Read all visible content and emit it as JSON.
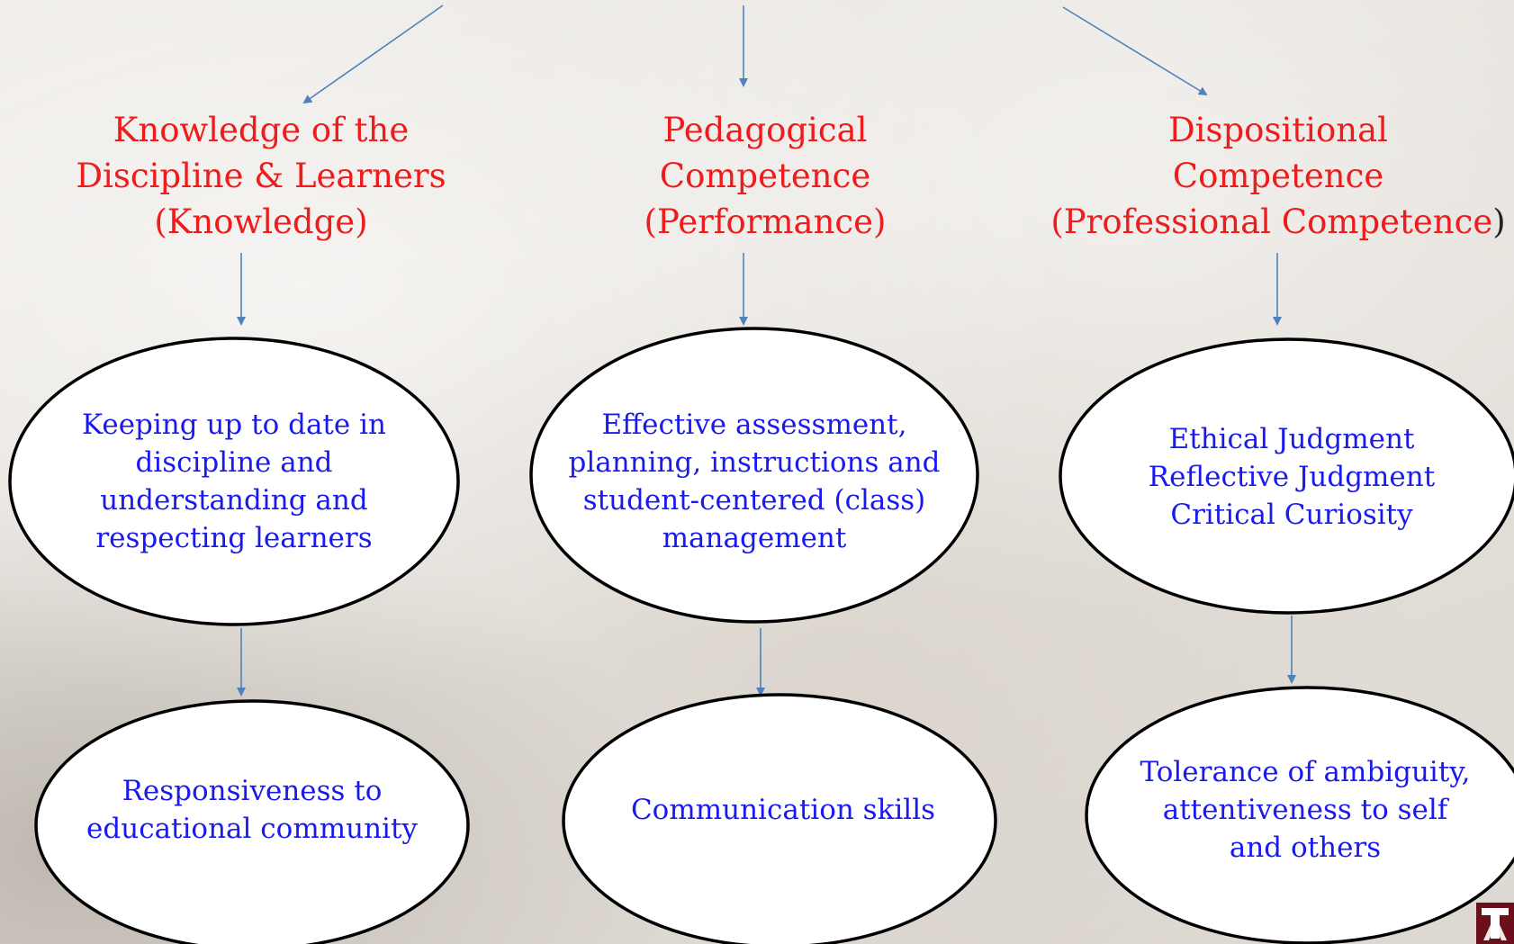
{
  "columns": [
    {
      "title": "Knowledge of the\nDiscipline & Learners\n(Knowledge)",
      "oval1": "Keeping up to date in\ndiscipline and\nunderstanding and\nrespecting learners",
      "oval2": "Responsiveness to\neducational community"
    },
    {
      "title": "Pedagogical\nCompetence\n(Performance)",
      "oval1": "Effective assessment,\nplanning, instructions and\nstudent-centered (class)\nmanagement",
      "oval2": "Communication  skills"
    },
    {
      "title_main": "Dispositional\nCompetence\n(Professional Competence",
      "title_paren": ")",
      "oval1": "Ethical Judgment\nReflective Judgment\nCritical Curiosity",
      "oval2": "Tolerance of ambiguity,\nattentiveness to self\nand others"
    }
  ],
  "colors": {
    "title": "#ee1c1c",
    "oval_text": "#1a1af0",
    "arrow": "#4f81bd",
    "oval_stroke": "#000000",
    "oval_fill": "#ffffff",
    "logo": "#6b0f1a"
  },
  "logo_icon": "university-logo-icon"
}
